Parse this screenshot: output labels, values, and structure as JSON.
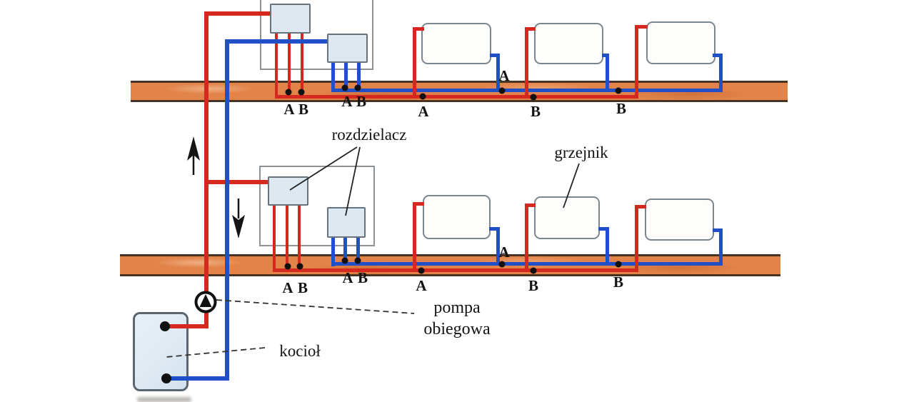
{
  "diagram": {
    "kind": "two-floor hydronic heating system with manifolds (scanned textbook figure)",
    "labels": {
      "distributor": "rozdzielacz",
      "radiator": "grzejnik",
      "pump": [
        "pompa",
        "obiegowa"
      ],
      "boiler": "kocioł"
    },
    "letters": {
      "upper_d1_a": "A",
      "upper_d1_b": "B",
      "upper_d2_a": "A",
      "upper_d2_b": "B",
      "upper_rad1_supply": "A",
      "upper_rad1_return": "A",
      "upper_rad2_supply": "B",
      "upper_rad2_return": "B",
      "lower_d1_a": "A",
      "lower_d1_b": "B",
      "lower_d2_a": "A",
      "lower_d2_b": "B",
      "lower_rad1_supply": "A",
      "lower_rad1_return": "A",
      "lower_rad2_supply": "B",
      "lower_rad2_return": "B"
    },
    "components": {
      "floors": 2,
      "radiators_per_floor": 3,
      "manifolds_per_floor": 2,
      "pump_on_supply_riser": true,
      "boiler_ports": 2,
      "flow_arrows": {
        "supply_riser": "up",
        "return_riser": "down"
      }
    },
    "colors": {
      "supply_red": "#d5281e",
      "return_blue": "#2050c8",
      "slab_orange": "#e28349",
      "slab_edge_brown": "#4a3222",
      "manifold_fill": "#dde8f1",
      "cabinet_gray": "#8d9296",
      "boiler_fill": "#dfeaf3",
      "text": "#141414"
    }
  }
}
